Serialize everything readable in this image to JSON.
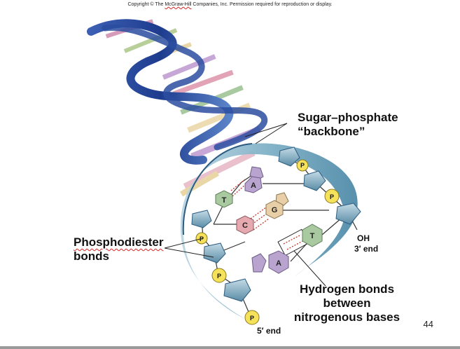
{
  "header": {
    "copyright_prefix": "Copyright © The ",
    "copyright_company": "McGraw-Hill",
    "copyright_suffix": " Companies, Inc. Permission required for reproduction or display."
  },
  "labels": {
    "sugar_phosphate_line1": "Sugar–phosphate",
    "sugar_phosphate_line2": "“backbone”",
    "phosphodiester_line1": "Phosphodiester",
    "phosphodiester_line2": "bonds",
    "hydrogen_line1": "Hydrogen bonds",
    "hydrogen_line2": "between",
    "hydrogen_line3": "nitrogenous bases",
    "oh": "OH",
    "three_end": "3′ end",
    "five_end": "5′ end"
  },
  "bases": {
    "A_top": "A",
    "T_left": "T",
    "G": "G",
    "C": "C",
    "T_right": "T",
    "A_bottom": "A"
  },
  "phosphate_symbol": "P",
  "page_number": "44",
  "colors": {
    "helix_dark": "#1f3f8f",
    "backbone_blue": "#8fb8cc",
    "phosphate_yellow": "#f5e15a",
    "base_A": "#b9a3cf",
    "base_T": "#a9c9a1",
    "base_G": "#e8cfa8",
    "base_C": "#e6a9b0"
  }
}
